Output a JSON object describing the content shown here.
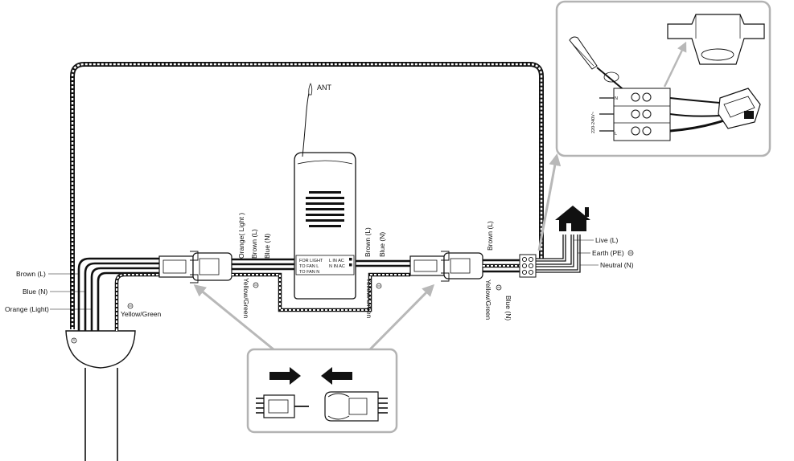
{
  "antenna": {
    "label": "ANT"
  },
  "receiver": {
    "out_for_light": "FOR LIGHT",
    "out_to_fan_l": "TO FAN L",
    "out_to_fan_n": "TO FAN N",
    "in_l_ac": "L IN AC",
    "in_n_ac": "N IN AC"
  },
  "fan_side_labels": {
    "brown": "Brown (L)",
    "blue": "Blue (N)",
    "orange": "Orange (Light)",
    "yellow_green": "Yellow/Green"
  },
  "receiver_out_labels": {
    "orange": "Orange( Light )",
    "brown": "Brown (L)",
    "blue": "Blue (N)",
    "yellow_green": "Yellow/Green"
  },
  "receiver_in_labels": {
    "brown": "Brown (L)",
    "blue": "Blue (N)",
    "yellow_green": "Yellow/Green"
  },
  "terminal_labels": {
    "brown": "Brown (L)",
    "yellow_green": "Yellow/Green",
    "blue": "Blue (N)"
  },
  "mains": {
    "live": "Live (L)",
    "earth": "Earth (PE)",
    "neutral": "Neutral (N)"
  },
  "inset": {
    "voltage": "220-240V~",
    "term_n": "N",
    "term_l": "L"
  },
  "colors": {
    "line": "#111111",
    "callout_border": "#b3b3b3",
    "callout_arrow": "#b8b8b8"
  }
}
